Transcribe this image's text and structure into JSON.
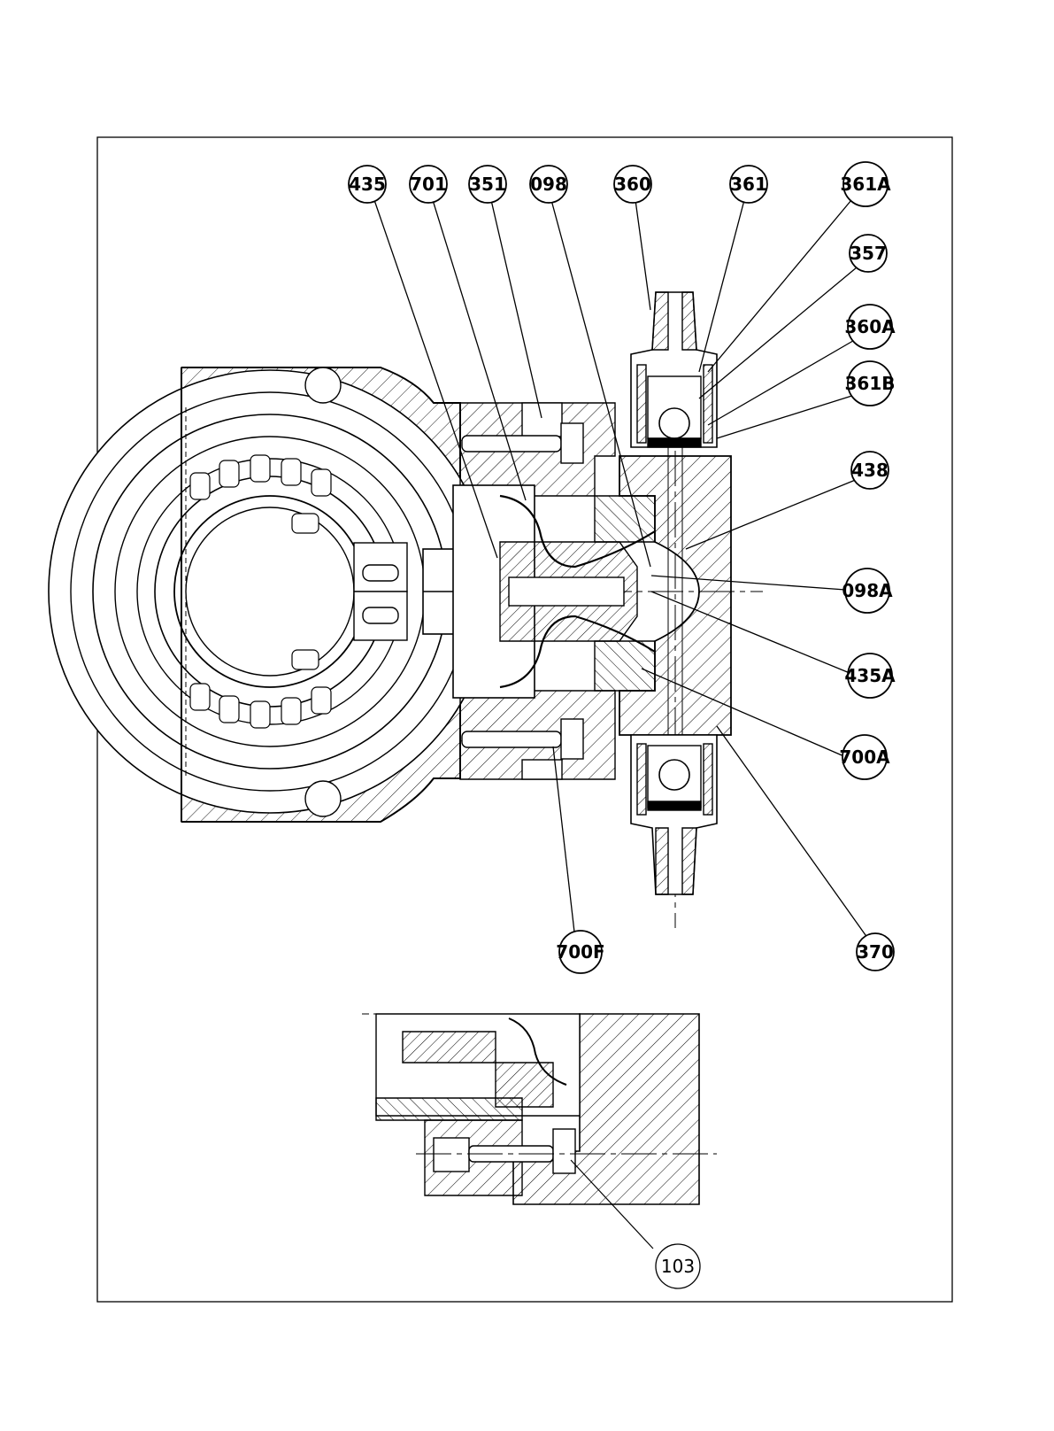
{
  "drawing": {
    "colors": {
      "line": "#000000",
      "paper": "#ffffff"
    }
  },
  "balloons": [
    {
      "id": "b435",
      "label": "435"
    },
    {
      "id": "b701",
      "label": "701"
    },
    {
      "id": "b351",
      "label": "351"
    },
    {
      "id": "b098",
      "label": "098"
    },
    {
      "id": "b360",
      "label": "360"
    },
    {
      "id": "b361",
      "label": "361"
    },
    {
      "id": "b361A",
      "label": "361A"
    },
    {
      "id": "b357",
      "label": "357"
    },
    {
      "id": "b360A",
      "label": "360A"
    },
    {
      "id": "b361B",
      "label": "361B"
    },
    {
      "id": "b438",
      "label": "438"
    },
    {
      "id": "b098A",
      "label": "098A"
    },
    {
      "id": "b435A",
      "label": "435A"
    },
    {
      "id": "b700A",
      "label": "700A"
    },
    {
      "id": "b700F",
      "label": "700F"
    },
    {
      "id": "b370",
      "label": "370"
    },
    {
      "id": "b103",
      "label": "103"
    }
  ]
}
